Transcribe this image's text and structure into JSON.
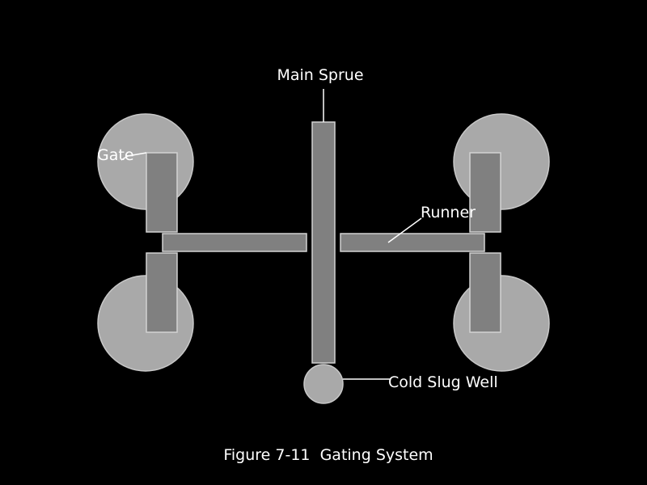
{
  "figure": {
    "caption": "Figure 7-11  Gating System"
  },
  "labels": {
    "main_sprue": "Main Sprue",
    "gate": "Gate",
    "runner": "Runner",
    "cold_slug_well": "Cold Slug Well"
  },
  "colors": {
    "background": "#000000",
    "cavity_fill": "#a9a9a9",
    "channel_fill": "#808080",
    "outline": "#d2d2d2",
    "text": "#ffffff"
  }
}
